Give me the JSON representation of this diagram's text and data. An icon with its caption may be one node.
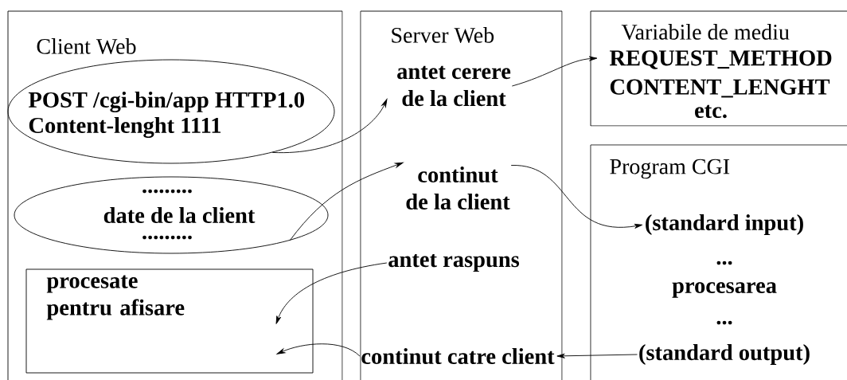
{
  "diagram": {
    "nodes": [
      {
        "text": [
          "Client Web"
        ]
      },
      {
        "text": [
          "POST /cgi-bin/app HTTP1.0",
          "Content-lenght 1111"
        ],
        "in": 0
      },
      {
        "text": [
          ".........",
          "date de la client",
          "........."
        ],
        "in": 0
      },
      {
        "text": [
          "procesate pentru afisare"
        ],
        "in": 0
      },
      {
        "text": [
          "Server Web"
        ]
      },
      {
        "text": [
          "antet cerere",
          "de la client"
        ],
        "in": 4
      },
      {
        "text": [
          "continut",
          "de la client"
        ],
        "in": 4
      },
      {
        "text": [
          "antet raspuns"
        ],
        "in": 4
      },
      {
        "text": [
          "continut catre client"
        ],
        "in": 4
      },
      {
        "text": [
          "Variabile de mediu",
          "REQUEST_METHOD",
          "CONTENT_LENGHT",
          "etc."
        ]
      },
      {
        "text": [
          "Program CGI"
        ]
      },
      {
        "text": [
          "(standard input)"
        ],
        "in": 10
      },
      {
        "text": [
          "(standard output)"
        ],
        "in": 10
      }
    ],
    "edges": [
      {
        "from": 1,
        "to": 5,
        "arrow": "to"
      },
      {
        "from": 5,
        "to": 9,
        "arrow": "to"
      },
      {
        "from": 2,
        "to": 6,
        "arrow": "to"
      },
      {
        "from": 6,
        "to": 11,
        "arrow": "to"
      },
      {
        "from": 7,
        "to": 3,
        "arrow": "to"
      },
      {
        "from": 12,
        "to": 8,
        "arrow": "to"
      },
      {
        "from": 8,
        "to": 3,
        "arrow": "to"
      }
    ],
    "labels": [
      "...",
      "procesarea",
      "..."
    ]
  }
}
